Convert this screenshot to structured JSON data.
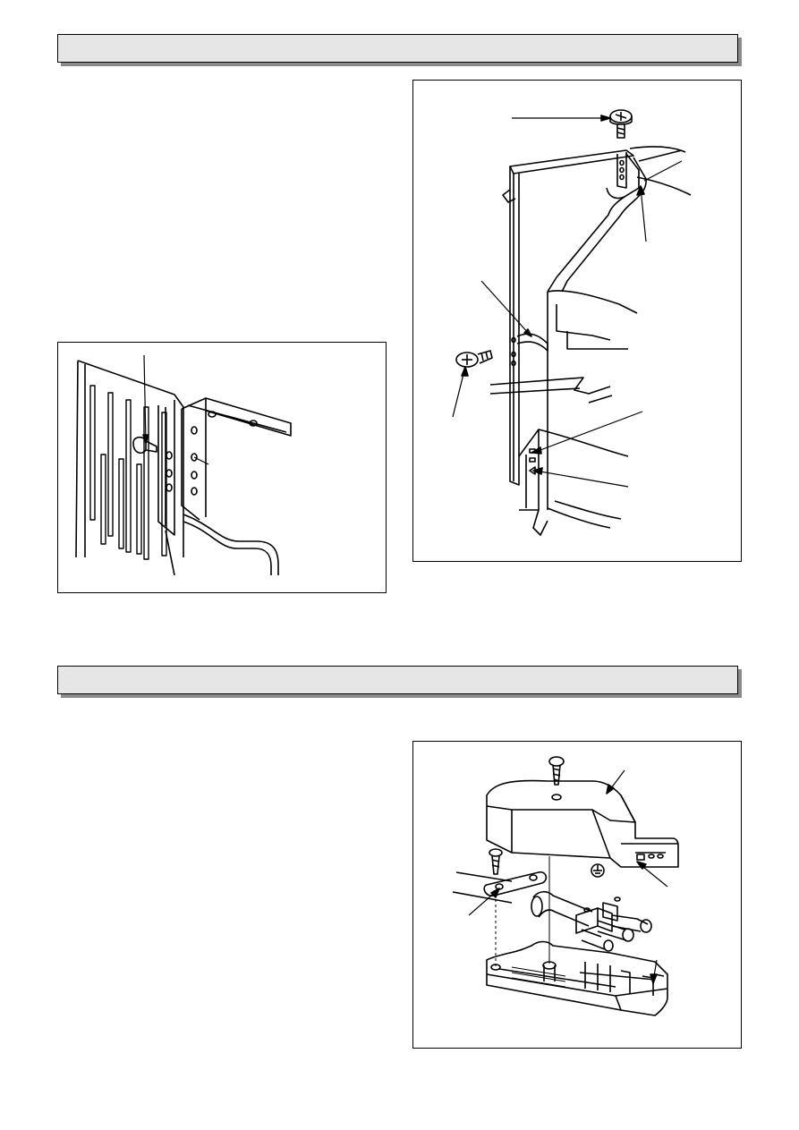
{
  "page": {
    "section_bars": [
      {
        "id": "top-section-bar",
        "text": ""
      },
      {
        "id": "bottom-section-bar",
        "text": ""
      }
    ],
    "figures": [
      {
        "id": "fig-side-panel-clip",
        "caption": ""
      },
      {
        "id": "fig-side-panel-assembly",
        "caption": ""
      },
      {
        "id": "fig-terminal-box",
        "caption": "",
        "symbols": [
          "earth-symbol-icon"
        ]
      }
    ]
  }
}
